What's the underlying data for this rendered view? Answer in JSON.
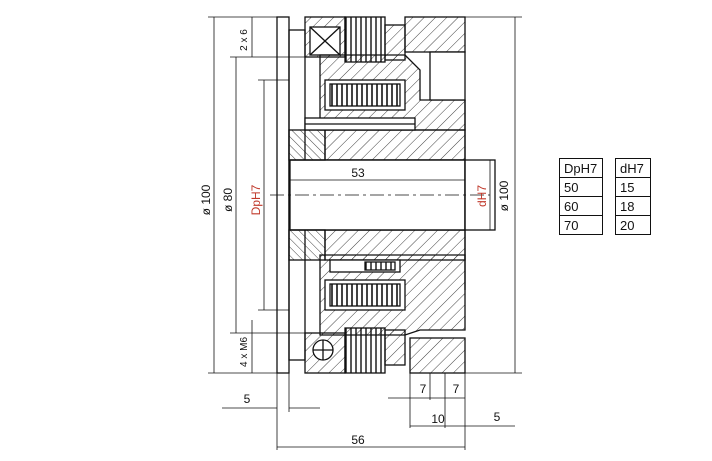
{
  "dimensions": {
    "outer_diameter": "ø 100",
    "bolt_circle": "ø 80",
    "bore_label": "DpH7",
    "shaft_label": "dH7",
    "shaft_outer": "ø 100",
    "hub_length": "53",
    "holes_top": "2 x 6",
    "holes_bottom": "4 x M6",
    "flange_offset": "5",
    "gap_left": "7",
    "gap_right": "7",
    "width_10": "10",
    "offset_right": "5",
    "total_length": "56"
  },
  "size_table": {
    "col1_header": "DpH7",
    "col1_values": [
      "50",
      "60",
      "70"
    ],
    "col2_header": "dH7",
    "col2_values": [
      "15",
      "18",
      "20"
    ]
  },
  "colors": {
    "line": "#111111",
    "accent_label": "#c0392b"
  }
}
